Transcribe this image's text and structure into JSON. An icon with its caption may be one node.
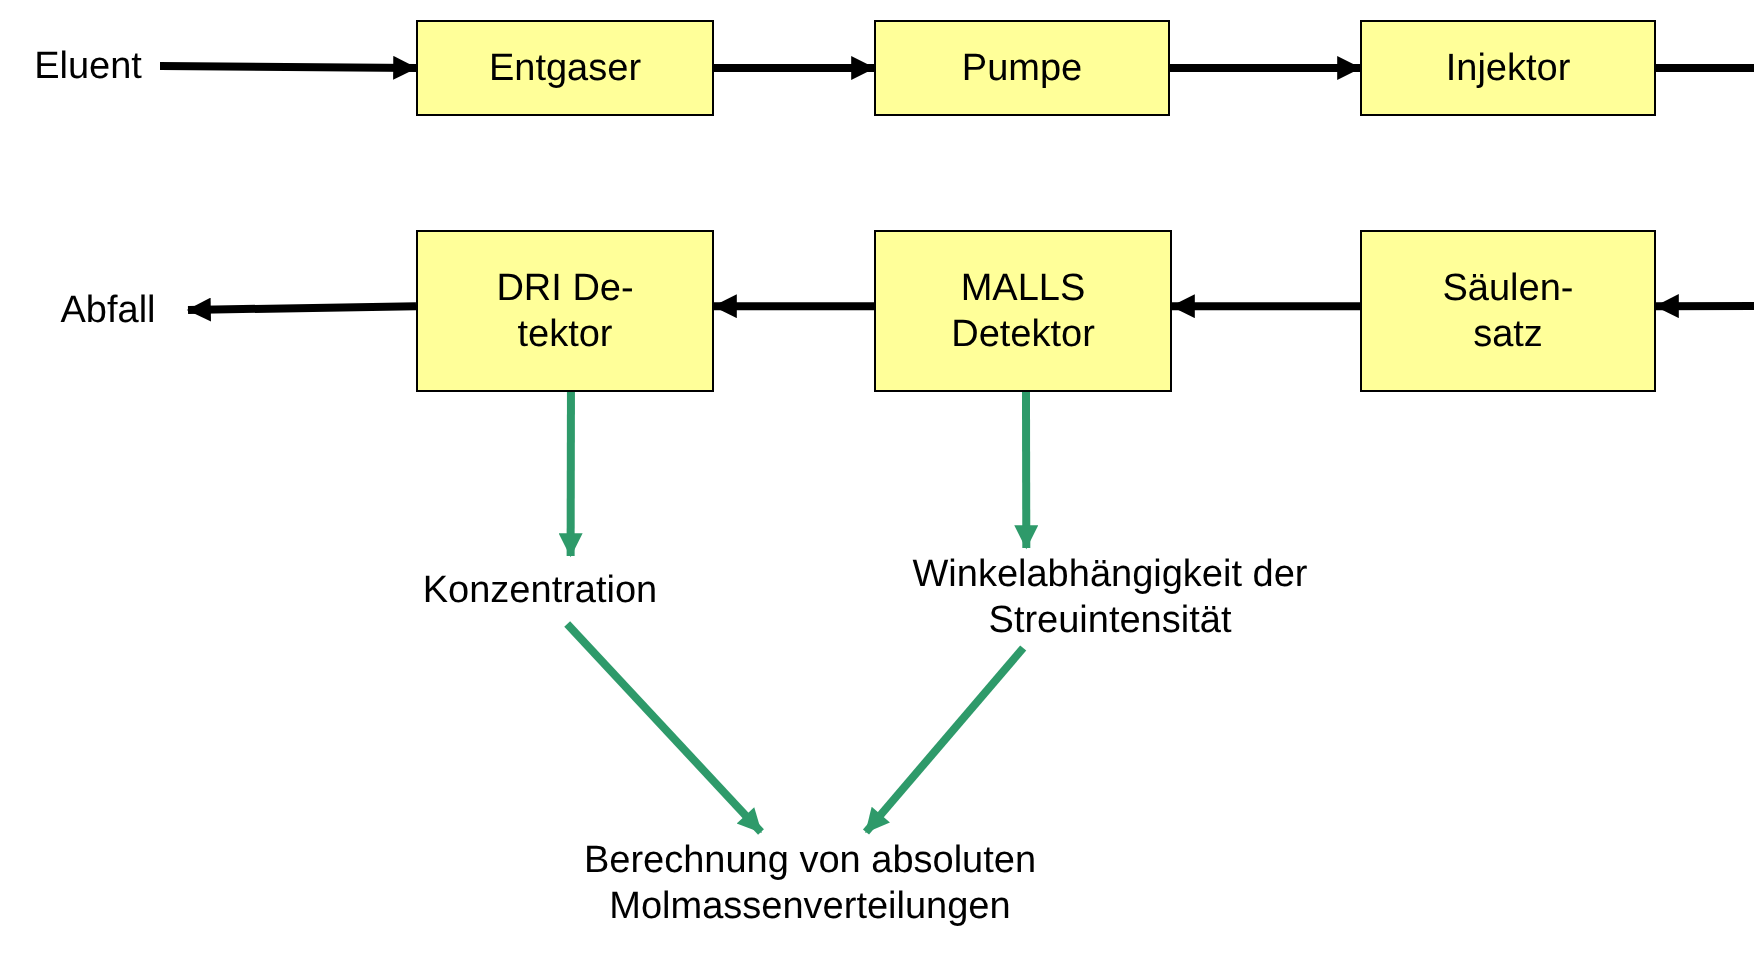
{
  "diagram": {
    "nodes": [
      {
        "text": [
          "Eluent"
        ]
      },
      {
        "text": [
          "Entgaser"
        ]
      },
      {
        "text": [
          "Pumpe"
        ]
      },
      {
        "text": [
          "Injektor"
        ]
      },
      {
        "text": [
          "Säulen- satz"
        ]
      },
      {
        "text": [
          "MALLS Detektor"
        ]
      },
      {
        "text": [
          "DRI De- tektor"
        ]
      },
      {
        "text": [
          "Abfall"
        ]
      },
      {
        "text": [
          "Konzentration"
        ]
      },
      {
        "text": [
          "Winkelabhängigkeit der Streuintensität"
        ]
      },
      {
        "text": [
          "Berechnung von absoluten Molmassenverteilungen"
        ]
      }
    ],
    "edges": [
      {
        "from": 0,
        "to": 1,
        "arrow": "to"
      },
      {
        "from": 1,
        "to": 2,
        "arrow": "to"
      },
      {
        "from": 2,
        "to": 3,
        "arrow": "to"
      },
      {
        "from": 3,
        "to": null,
        "arrow": "none"
      },
      {
        "from": null,
        "to": 4,
        "arrow": "to"
      },
      {
        "from": 4,
        "to": 5,
        "arrow": "to"
      },
      {
        "from": 5,
        "to": 6,
        "arrow": "to"
      },
      {
        "from": 6,
        "to": 7,
        "arrow": "to"
      },
      {
        "from": 6,
        "to": 8,
        "arrow": "to",
        "color": "#2e9a6a"
      },
      {
        "from": 5,
        "to": 9,
        "arrow": "to",
        "color": "#2e9a6a"
      },
      {
        "from": 8,
        "to": 10,
        "arrow": "to",
        "color": "#2e9a6a"
      },
      {
        "from": 9,
        "to": 10,
        "arrow": "to",
        "color": "#2e9a6a"
      }
    ]
  }
}
